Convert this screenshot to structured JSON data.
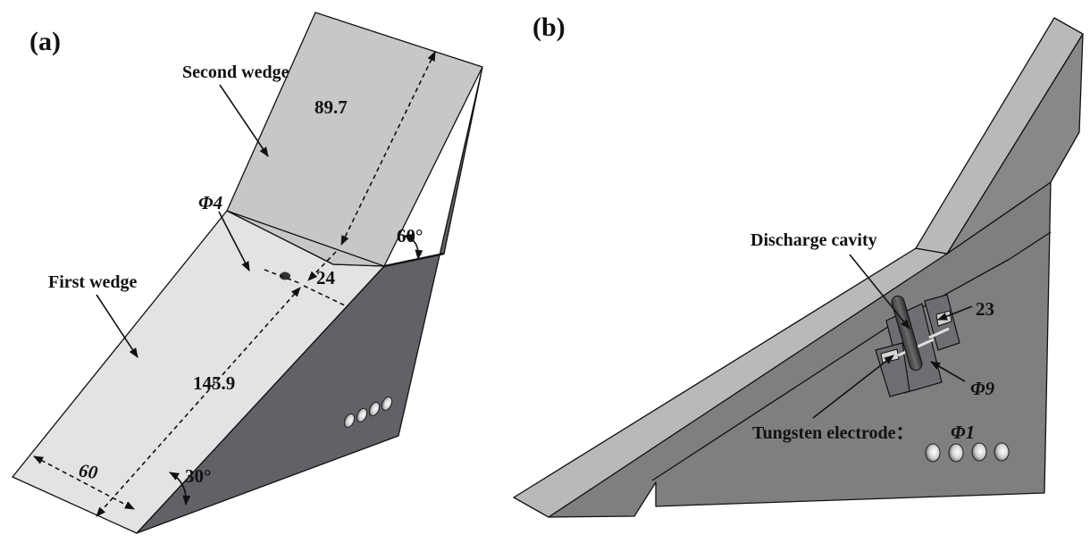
{
  "panels": [
    {
      "id": "a",
      "label": "(a)",
      "annotations": {
        "second_wedge": "Second wedge",
        "first_wedge": "First wedge",
        "hole_diameter": "Φ4",
        "dim_second_length": "89.7",
        "dim_gap": "24",
        "dim_first_length": "145.9",
        "dim_width": "60",
        "angle_upper": "60°",
        "angle_lower": "30°"
      },
      "vent_holes": 4
    },
    {
      "id": "b",
      "label": "(b)",
      "annotations": {
        "discharge_cavity": "Discharge cavity",
        "dim_23": "23",
        "dim_phi9": "Φ9",
        "electrode": "Tungsten electrode：",
        "electrode_dia": "Φ1"
      },
      "vent_holes": 4
    }
  ],
  "colors": {
    "top_light": "#e3e3e3",
    "top_mid": "#c7c7c7",
    "side_dark": "#636067",
    "b_top": "#b9b9b9",
    "b_side": "#7f7f81",
    "b_side2": "#88888a"
  }
}
